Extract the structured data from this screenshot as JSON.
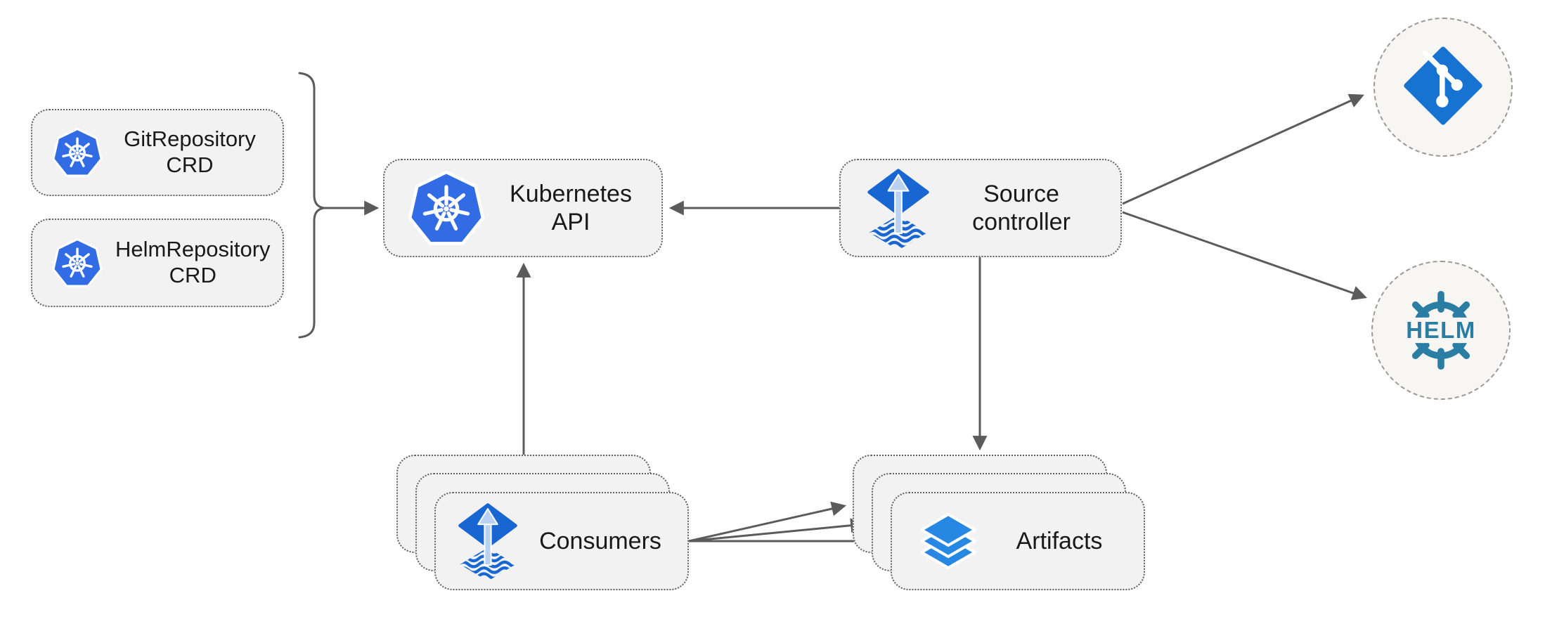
{
  "diagram": {
    "nodes": {
      "git_crd": {
        "label": "GitRepository\nCRD",
        "icon": "kubernetes-icon"
      },
      "helm_crd": {
        "label": "HelmRepository\nCRD",
        "icon": "kubernetes-icon"
      },
      "kubernetes_api": {
        "label": "Kubernetes API",
        "icon": "kubernetes-icon"
      },
      "source_controller": {
        "label": "Source\ncontroller",
        "icon": "flux-source-icon"
      },
      "consumers": {
        "label": "Consumers",
        "icon": "flux-source-icon",
        "stacked_copies": 3
      },
      "artifacts": {
        "label": "Artifacts",
        "icon": "layers-icon",
        "stacked_copies": 3
      },
      "git_repository": {
        "label": "",
        "icon": "git-icon"
      },
      "helm_repository": {
        "label": "HELM",
        "icon": "helm-icon"
      }
    },
    "edges": [
      {
        "from": "git_crd + helm_crd (bracket group)",
        "to": "kubernetes_api",
        "arrows": 1
      },
      {
        "from": "source_controller",
        "to": "kubernetes_api",
        "arrows": 1
      },
      {
        "from": "consumers",
        "to": "kubernetes_api",
        "arrows": 1
      },
      {
        "from": "source_controller",
        "to": "git_repository",
        "arrows": 1
      },
      {
        "from": "source_controller",
        "to": "helm_repository",
        "arrows": 1
      },
      {
        "from": "source_controller",
        "to": "artifacts",
        "arrows": 1
      },
      {
        "from": "consumers",
        "to": "artifacts",
        "arrows": 3
      }
    ],
    "colors": {
      "kubernetes_blue": "#326CE5",
      "flux_blue": "#1766d2",
      "flux_arrow_light": "#b9d2f1",
      "layers_blue": "#2688e3",
      "git_blue": "#1673d2",
      "helm_teal": "#2a7da3",
      "node_fill": "#f2f2f2",
      "node_border": "#606060",
      "circle_fill": "#f8f6f2",
      "circle_border": "#9a9a9a",
      "arrow_gray": "#5b5b5b",
      "text": "#191919"
    }
  }
}
